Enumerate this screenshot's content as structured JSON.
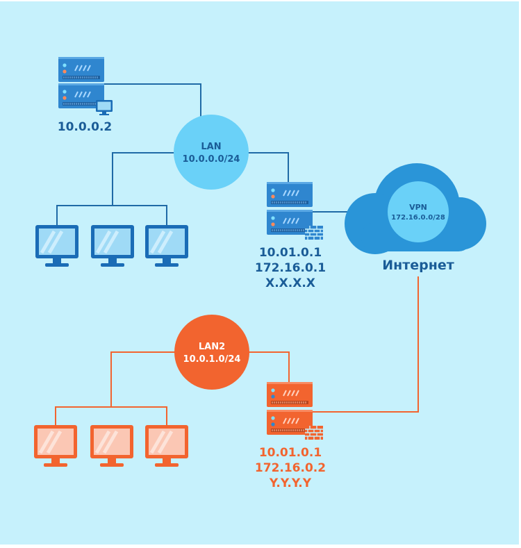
{
  "colors": {
    "background": "#c6f1fc",
    "blue_dark": "#1a6cb6",
    "blue_server": "#2f86cf",
    "blue_bubble": "#6ad1f8",
    "blue_cloud": "#2a95d8",
    "blue_line": "#1f6aa6",
    "orange": "#f2642f",
    "orange_light": "#f79b7d",
    "monitor_blue_screen": "#9fdaf6",
    "monitor_orange_screen": "#fbc7b4",
    "text_blue": "#1a5c97",
    "text_orange": "#f2642f"
  },
  "lan": {
    "title": "LAN",
    "subnet": "10.0.0.0/24"
  },
  "lan2": {
    "title": "LAN2",
    "subnet": "10.0.1.0/24"
  },
  "vpn": {
    "title": "VPN",
    "subnet": "172.16.0.0/28"
  },
  "internet": {
    "label": "Интернет"
  },
  "top_server": {
    "ip": "10.0.0.2"
  },
  "gateway_blue": {
    "lines": [
      "10.01.0.1",
      "172.16.0.1",
      "X.X.X.X"
    ]
  },
  "gateway_orange": {
    "lines": [
      "10.01.0.1",
      "172.16.0.2",
      "Y.Y.Y.Y"
    ]
  },
  "icons": {
    "server": "server-icon",
    "monitor": "monitor-icon",
    "firewall": "firewall-icon",
    "cloud": "cloud-icon"
  }
}
